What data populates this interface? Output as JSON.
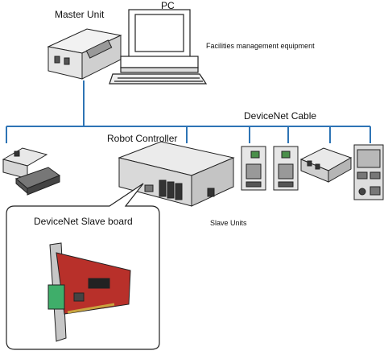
{
  "labels": {
    "master_unit": "Master Unit",
    "pc": "PC",
    "facilities": "Facilities management equipment",
    "devicenet_cable": "DeviceNet Cable",
    "robot_controller": "Robot Controller",
    "slave_units": "Slave Units",
    "slave_board": "DeviceNet Slave board"
  },
  "colors": {
    "cable": "#2e74b5",
    "board": "#b8302a",
    "connector": "#3fae6a",
    "outline": "#222222"
  }
}
